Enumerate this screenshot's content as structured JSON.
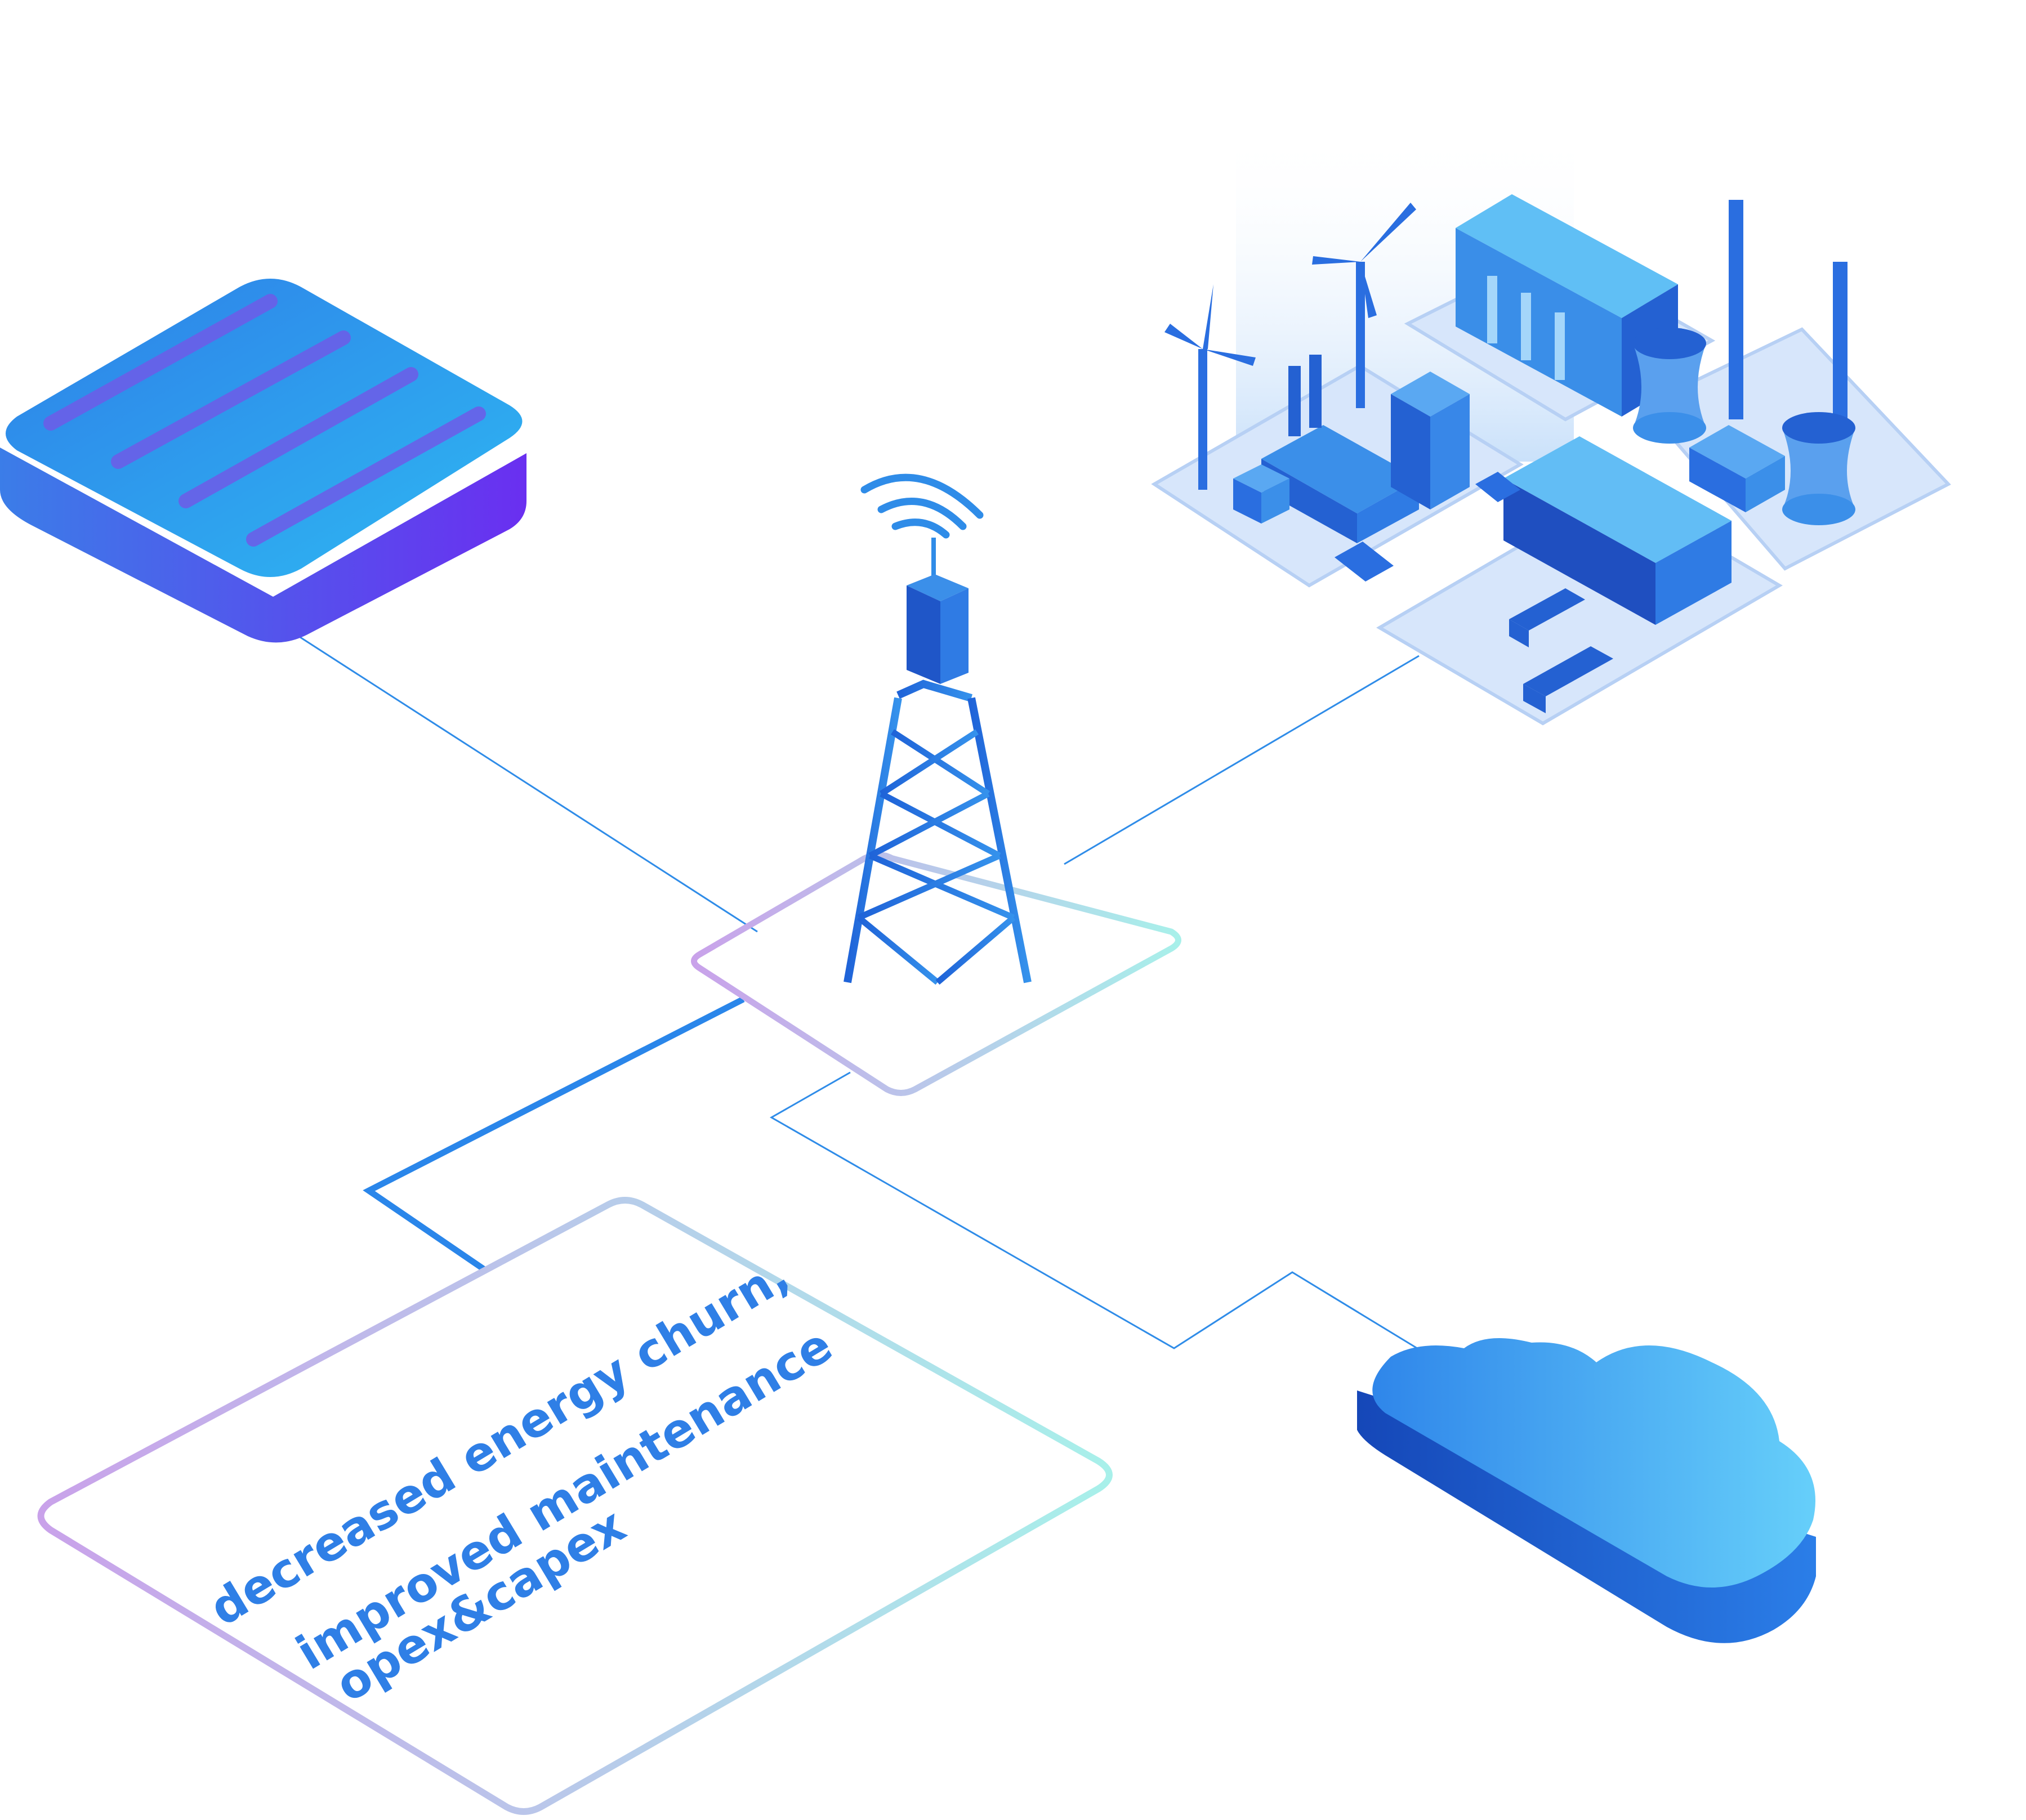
{
  "palette": {
    "primary_blue": "#2f8ce8",
    "deep_blue": "#1f5fd0",
    "violet": "#7a3cf0",
    "sky_blue": "#5ec8f8",
    "pale_blue": "#dde9fb",
    "gradient_purple": "#c9a2ea",
    "gradient_cyan": "#a8f0ea",
    "text_blue": "#2f7fe6"
  },
  "icons": {
    "server": "server-box-icon",
    "tower": "cell-tower-icon",
    "signal": "wifi-signal-icon",
    "industry": "energy-industry-icon",
    "cloud": "cloud-icon"
  },
  "panel": {
    "line1": "decreased energy churn,",
    "line2": "improved maintenance",
    "line3": "opex&capex"
  }
}
